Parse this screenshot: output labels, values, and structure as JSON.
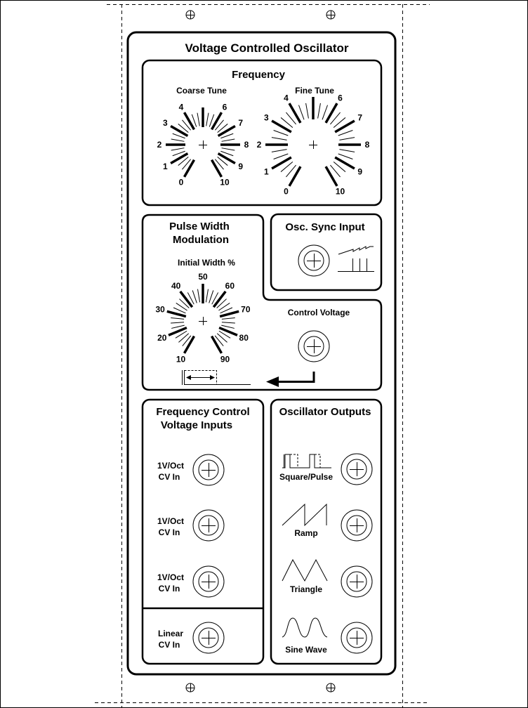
{
  "panel": {
    "title": "Voltage Controlled Oscillator"
  },
  "frequency": {
    "title": "Frequency",
    "coarse": {
      "label": "Coarse Tune",
      "scale": [
        "0",
        "1",
        "2",
        "3",
        "4",
        "",
        "6",
        "7",
        "8",
        "9",
        "10"
      ]
    },
    "fine": {
      "label": "Fine Tune",
      "scale": [
        "0",
        "1",
        "2",
        "3",
        "4",
        "",
        "6",
        "7",
        "8",
        "9",
        "10"
      ]
    }
  },
  "pwm": {
    "title_line1": "Pulse Width",
    "title_line2": "Modulation",
    "knob": {
      "label": "Initial Width %",
      "scale": [
        "10",
        "20",
        "30",
        "40",
        "50",
        "60",
        "70",
        "80",
        "90"
      ]
    },
    "cv_label": "Control Voltage"
  },
  "sync": {
    "title": "Osc. Sync Input"
  },
  "fcv": {
    "title_line1": "Frequency Control",
    "title_line2": "Voltage Inputs",
    "inputs": [
      {
        "line1": "1V/Oct",
        "line2": "CV In"
      },
      {
        "line1": "1V/Oct",
        "line2": "CV In"
      },
      {
        "line1": "1V/Oct",
        "line2": "CV In"
      },
      {
        "line1": "Linear",
        "line2": "CV In"
      }
    ]
  },
  "outputs": {
    "title": "Oscillator Outputs",
    "items": [
      {
        "label": "Square/Pulse",
        "icon": "square-wave-icon"
      },
      {
        "label": "Ramp",
        "icon": "ramp-wave-icon"
      },
      {
        "label": "Triangle",
        "icon": "triangle-wave-icon"
      },
      {
        "label": "Sine Wave",
        "icon": "sine-wave-icon"
      }
    ]
  }
}
